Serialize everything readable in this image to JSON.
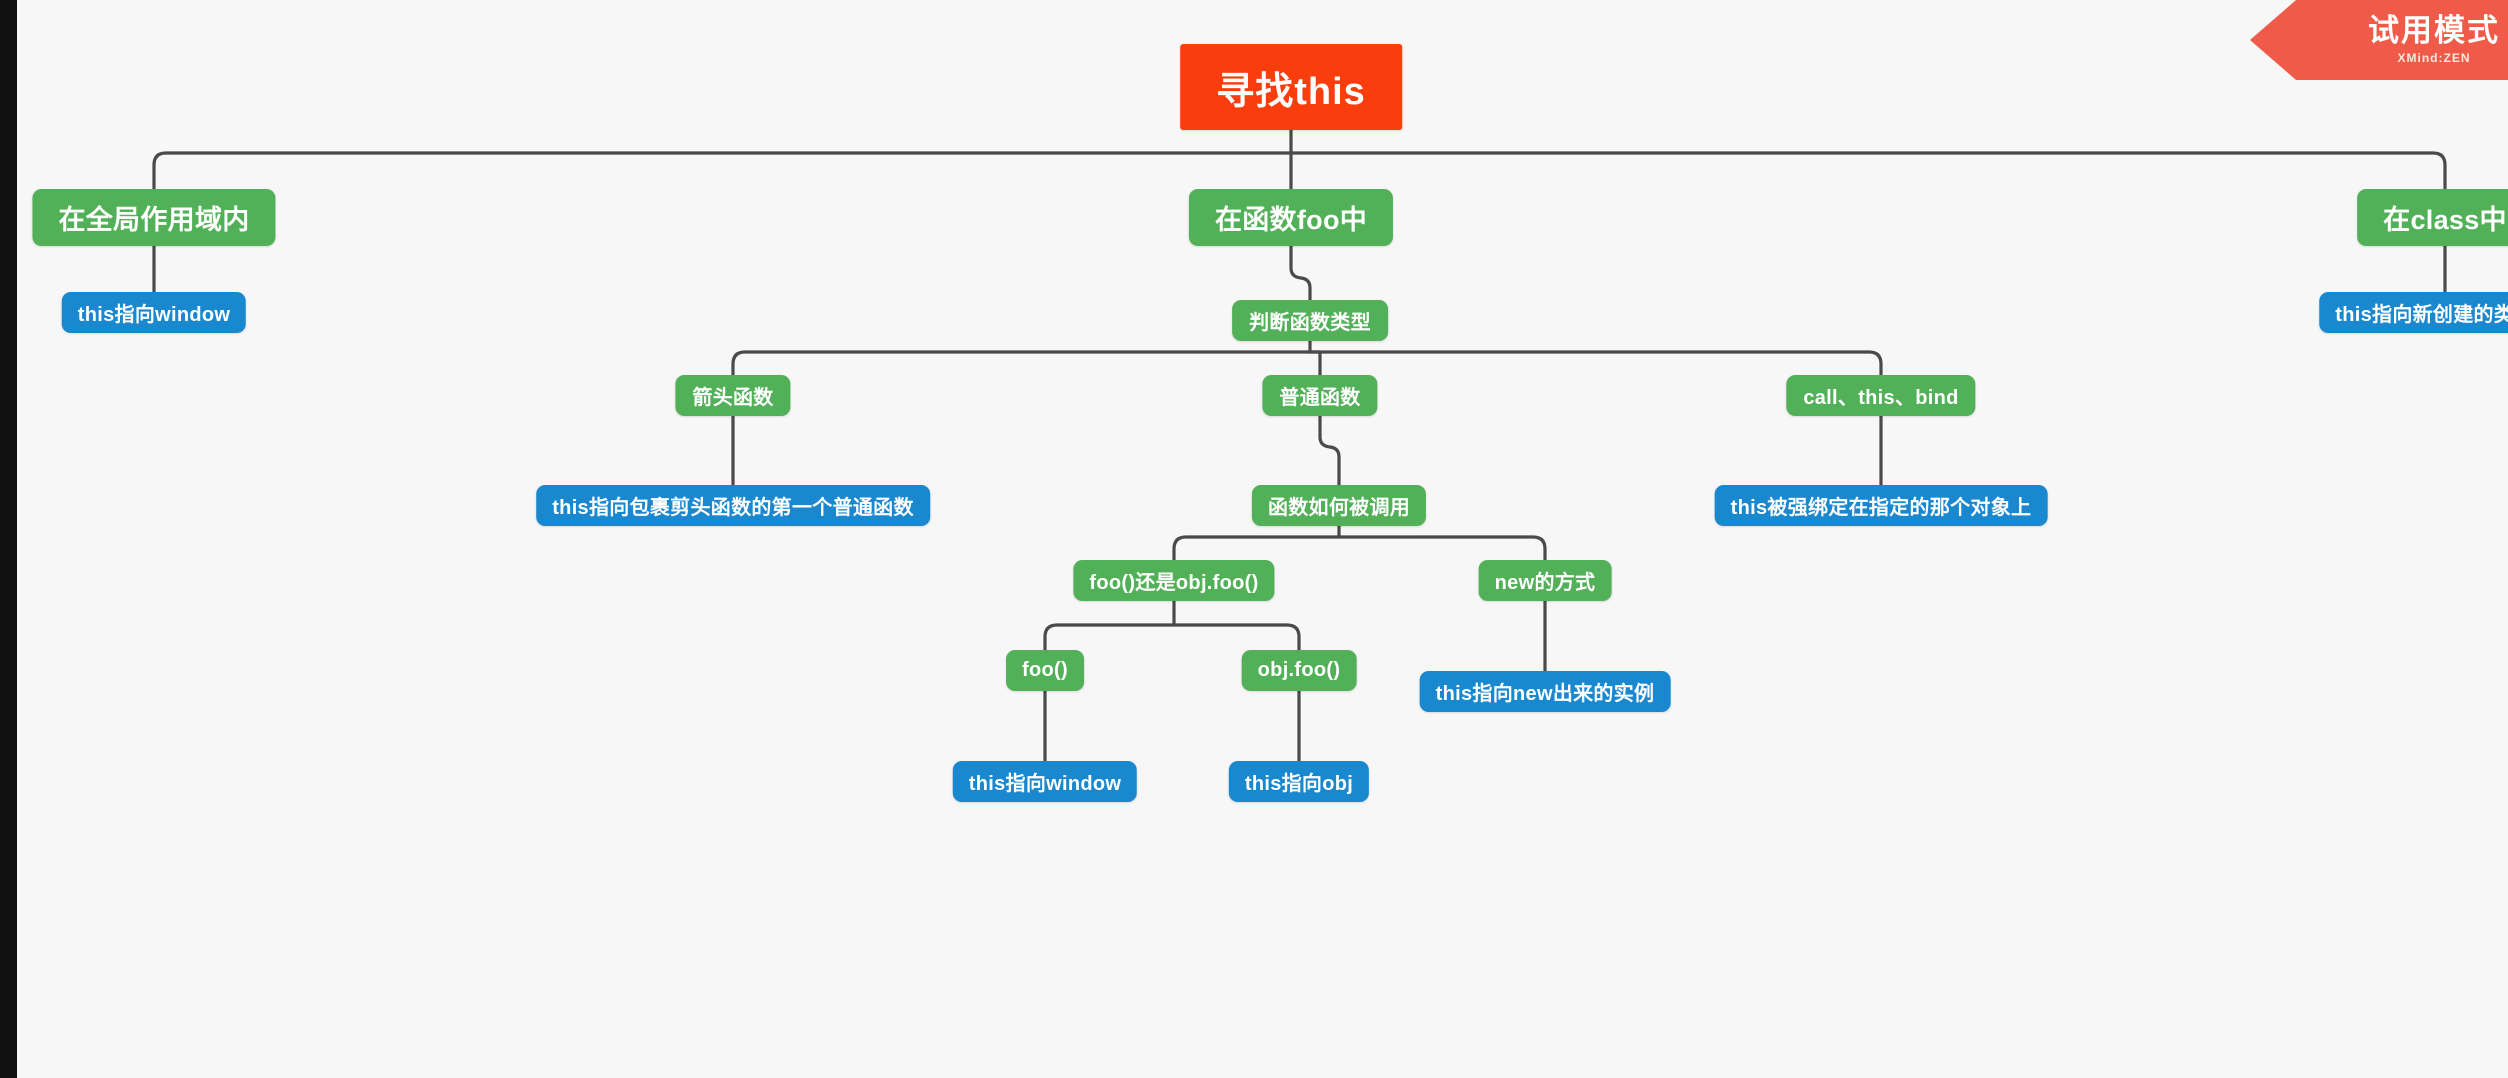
{
  "app": {
    "canvas_background": "#f7f7f7",
    "gutter_color": "#111111"
  },
  "watermark": {
    "title": "试用模式",
    "subtitle": "XMind:ZEN",
    "color": "#ef5b48"
  },
  "palette": {
    "root": "#f93d0c",
    "topic": "#52b158",
    "detail": "#1a88ce",
    "connector": "#4a4a4a"
  },
  "mindmap": {
    "root": {
      "label": "寻找this",
      "color": "#f93d0c"
    },
    "nodes": {
      "global_scope": "在全局作用域内",
      "global_scope_detail": "this指向window",
      "in_function_foo": "在函数foo中",
      "judge_function_type": "判断函数类型",
      "in_class": "在class中",
      "in_class_detail": "this指向新创建的类实例",
      "arrow_function": "箭头函数",
      "arrow_function_detail": "this指向包裹剪头函数的第一个普通函数",
      "normal_function": "普通函数",
      "how_called": "函数如何被调用",
      "call_this_bind": "call、this、bind",
      "call_this_bind_detail": "this被强绑定在指定的那个对象上",
      "foo_or_objfoo": "foo()还是obj.foo()",
      "new_way": "new的方式",
      "new_way_detail": "this指向new出来的实例",
      "foo_call": "foo()",
      "foo_call_detail": "this指向window",
      "obj_foo_call": "obj.foo()",
      "obj_foo_call_detail": "this指向obj"
    }
  }
}
